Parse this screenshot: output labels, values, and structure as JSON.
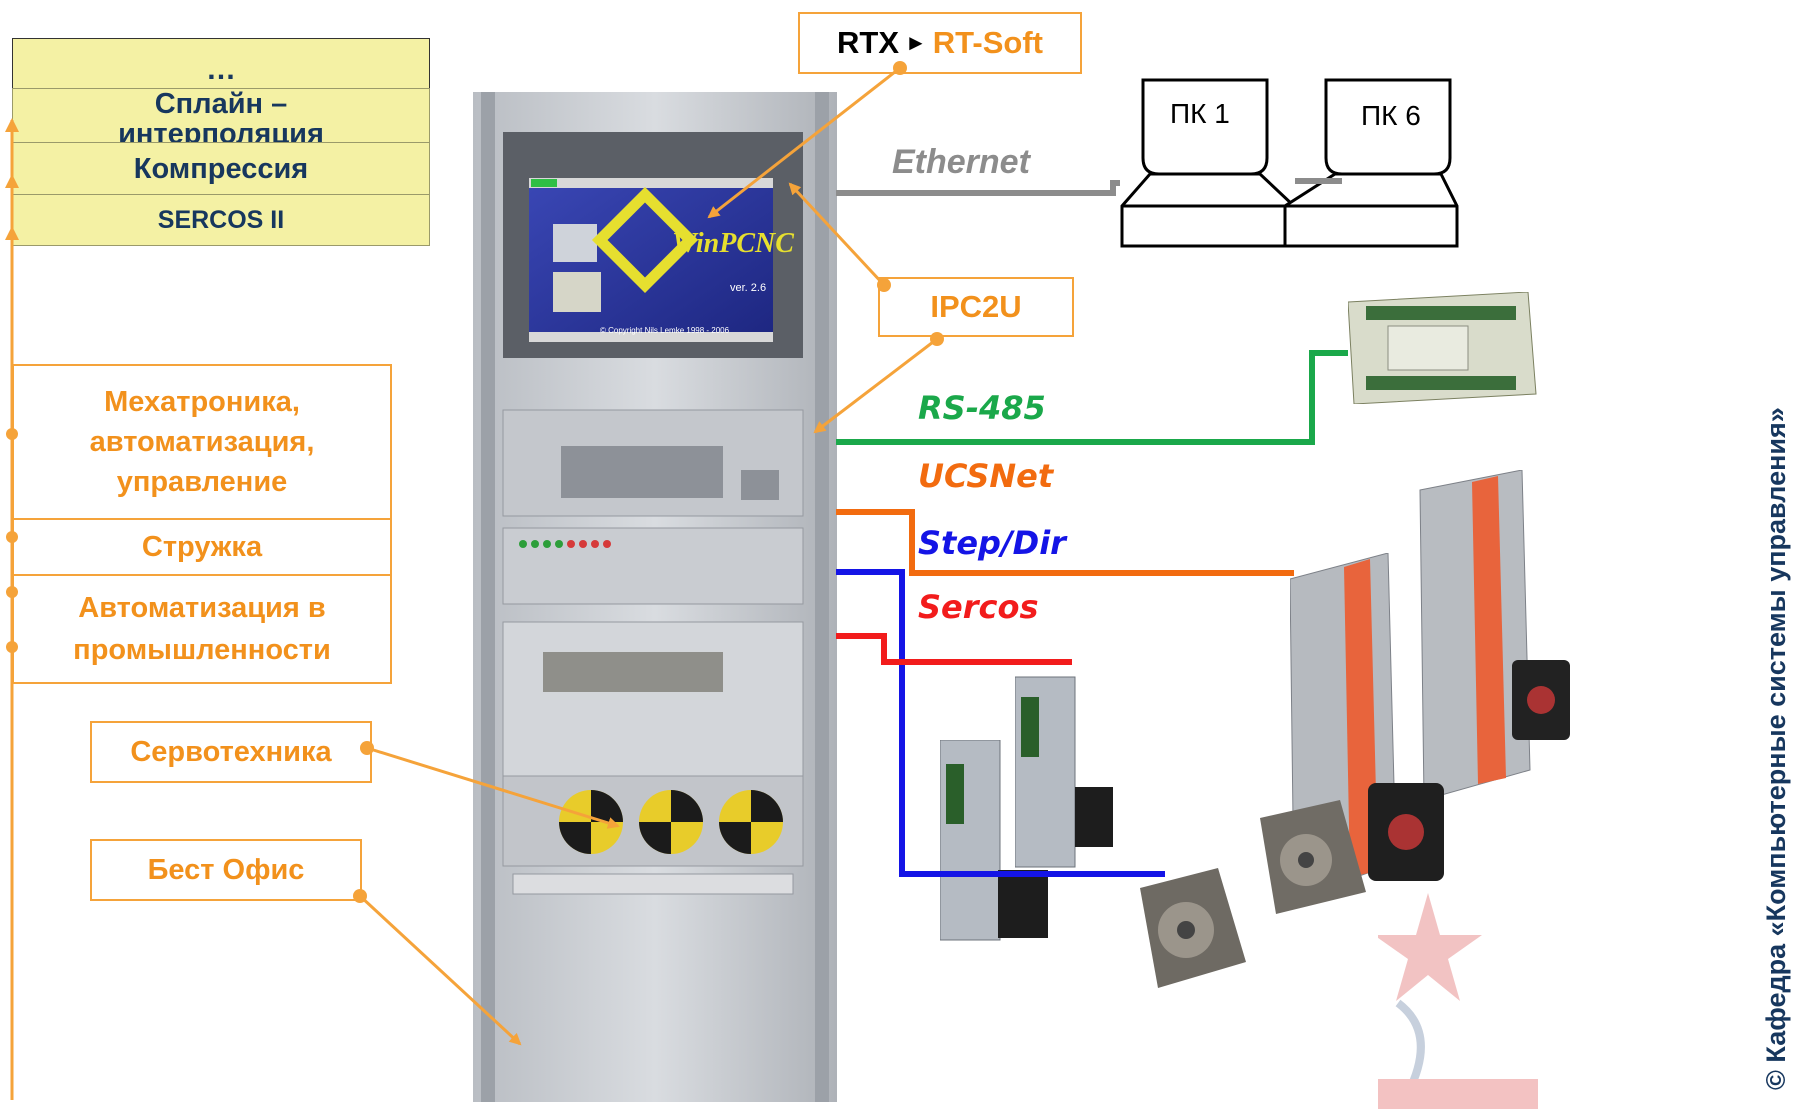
{
  "software_stack": [
    "…",
    "Сплайн – интерполяция",
    "Компрессия",
    "SERCOS II"
  ],
  "partner_boxes": {
    "mechatronics": "Мехатроника, автоматизация, управление",
    "chips": "Стружка",
    "industry": "Автоматизация в промышленности",
    "servo": "Сервотехника",
    "office": "Бест Офис"
  },
  "top_box": {
    "rtx": "RTX",
    "rtsoft": "RT-Soft"
  },
  "ipc_box": "IPC2U",
  "pcs": [
    "ПК 1",
    "ПК 6"
  ],
  "buses": [
    {
      "label": "Ethernet",
      "color": "#8c8c8c"
    },
    {
      "label": "RS-485",
      "color": "#1aa84a"
    },
    {
      "label": "UCSNet",
      "color": "#f26b0f"
    },
    {
      "label": "Step/Dir",
      "color": "#1414e6"
    },
    {
      "label": "Sercos",
      "color": "#f21c1c"
    }
  ],
  "rack": {
    "screen_title": "WinPCNC",
    "screen_version": "ver. 2.6",
    "screen_copyright": "© Copyright Nils Lemke 1998 - 2006"
  },
  "vertical_caption": "© Кафедра «Компьютерные системы управления»",
  "colors": {
    "accent_orange": "#f5a33a",
    "stack_fill": "#f4f1a4",
    "text_dark": "#17375e"
  }
}
